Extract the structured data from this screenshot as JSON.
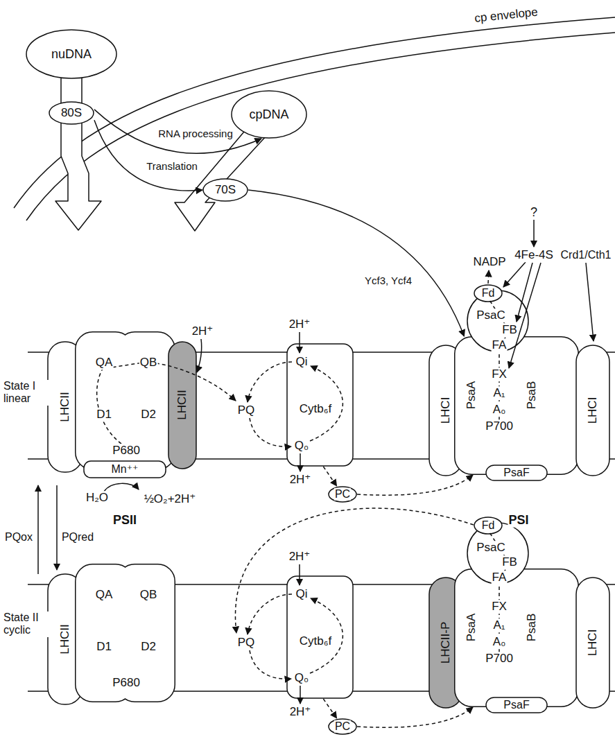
{
  "diagram": {
    "nodes": [
      {
        "text": [
          "nuDNA"
        ]
      },
      {
        "text": [
          "80S"
        ]
      },
      {
        "text": [
          "cpDNA"
        ]
      },
      {
        "text": [
          "70S"
        ]
      },
      {
        "text": [
          "LHCII"
        ]
      },
      {
        "text": [
          "QA",
          "QB",
          "D1",
          "D2",
          "P680"
        ]
      },
      {
        "text": [
          "LHCII"
        ]
      },
      {
        "text": [
          "Mn⁺⁺"
        ]
      },
      {
        "text": [
          "Qi",
          "Cytb₆f",
          "Q₀"
        ]
      },
      {
        "text": [
          "LHCI"
        ]
      },
      {
        "text": [
          "FX",
          "A₁",
          "A₀",
          "P700",
          "PsaA",
          "PsaB"
        ]
      },
      {
        "text": [
          "LHCI"
        ]
      },
      {
        "text": [
          "PsaC",
          "FB",
          "FA"
        ]
      },
      {
        "text": [
          "Fd"
        ]
      },
      {
        "text": [
          "PsaF"
        ]
      },
      {
        "text": [
          "PC"
        ]
      },
      {
        "text": [
          "LHCII"
        ]
      },
      {
        "text": [
          "QA",
          "QB",
          "D1",
          "D2",
          "P680"
        ]
      },
      {
        "text": [
          "Qi",
          "Cytb₆f",
          "Q₀"
        ]
      },
      {
        "text": [
          "LHCII-P"
        ]
      },
      {
        "text": [
          "FX",
          "A₁",
          "A₀",
          "P700",
          "PsaA",
          "PsaB"
        ]
      },
      {
        "text": [
          "LHCI"
        ]
      },
      {
        "text": [
          "PsaC",
          "FB",
          "FA"
        ]
      },
      {
        "text": [
          "Fd"
        ]
      },
      {
        "text": [
          "PsaF"
        ]
      },
      {
        "text": [
          "PC"
        ]
      }
    ],
    "edges": [
      {
        "from": 1,
        "to": 3,
        "label": "Translation",
        "arrow": "to"
      },
      {
        "from": 1,
        "to": 2,
        "label": "RNA processing",
        "arrow": "to"
      },
      {
        "from": 3,
        "to": 10,
        "label": "Ycf3, Ycf4",
        "arrow": "to"
      },
      {
        "from": 8,
        "to": 15,
        "arrow": "to"
      },
      {
        "from": 15,
        "to": 10,
        "arrow": "to"
      },
      {
        "from": 18,
        "to": 25,
        "arrow": "to"
      },
      {
        "from": 25,
        "to": 20,
        "arrow": "to"
      }
    ],
    "labels": [
      "cp envelope",
      "?",
      "4Fe-4S",
      "NADP",
      "Crd1/Cth1",
      "2H⁺",
      "2H⁺",
      "State I linear",
      "PQ",
      "2H⁺",
      "H₂O",
      "½O₂+2H⁺",
      "PSII",
      "PSI",
      "PQox",
      "PQred",
      "2H⁺",
      "State II cyclic",
      "PQ",
      "2H⁺"
    ]
  }
}
